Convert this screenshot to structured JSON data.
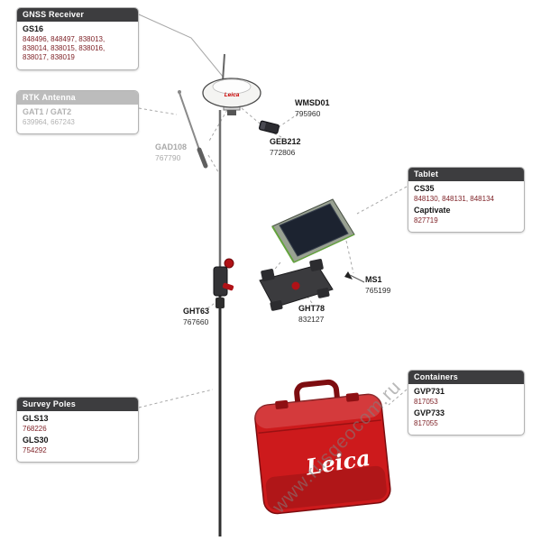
{
  "watermark": "www.rusgeocom.ru",
  "callouts": {
    "gnss_receiver": {
      "title": "GNSS Receiver",
      "model": "GS16",
      "parts": "848496, 848497, 838013, 838014, 838015, 838016, 838017, 838019"
    },
    "rtk_antenna": {
      "title": "RTK Antenna",
      "model": "GAT1 / GAT2",
      "parts": "639964, 667243"
    },
    "tablet": {
      "title": "Tablet",
      "model": "CS35",
      "parts": "848130, 848131, 848134",
      "model2": "Captivate",
      "parts2": "827719"
    },
    "survey_poles": {
      "title": "Survey Poles",
      "items": [
        {
          "model": "GLS13",
          "part": "768226"
        },
        {
          "model": "GLS30",
          "part": "754292"
        }
      ]
    },
    "containers": {
      "title": "Containers",
      "items": [
        {
          "model": "GVP731",
          "part": "817053"
        },
        {
          "model": "GVP733",
          "part": "817055"
        }
      ]
    }
  },
  "part_labels": {
    "gad108": {
      "model": "GAD108",
      "part": "767790"
    },
    "wmsd01": {
      "model": "WMSD01",
      "part": "795960"
    },
    "geb212": {
      "model": "GEB212",
      "part": "772806"
    },
    "ms1": {
      "model": "MS1",
      "part": "765199"
    },
    "ght63": {
      "model": "GHT63",
      "part": "767660"
    },
    "ght78": {
      "model": "GHT78",
      "part": "832127"
    }
  },
  "drawing_text": {
    "antenna_logo": "Leica",
    "case_logo": "Leica"
  },
  "colors": {
    "callout_header": "#3d3d3f",
    "muted_header": "#bcbcbc",
    "part_number_red": "#7d1f24",
    "case_red": "#cd1a1c",
    "leica_red": "#cc0000"
  }
}
